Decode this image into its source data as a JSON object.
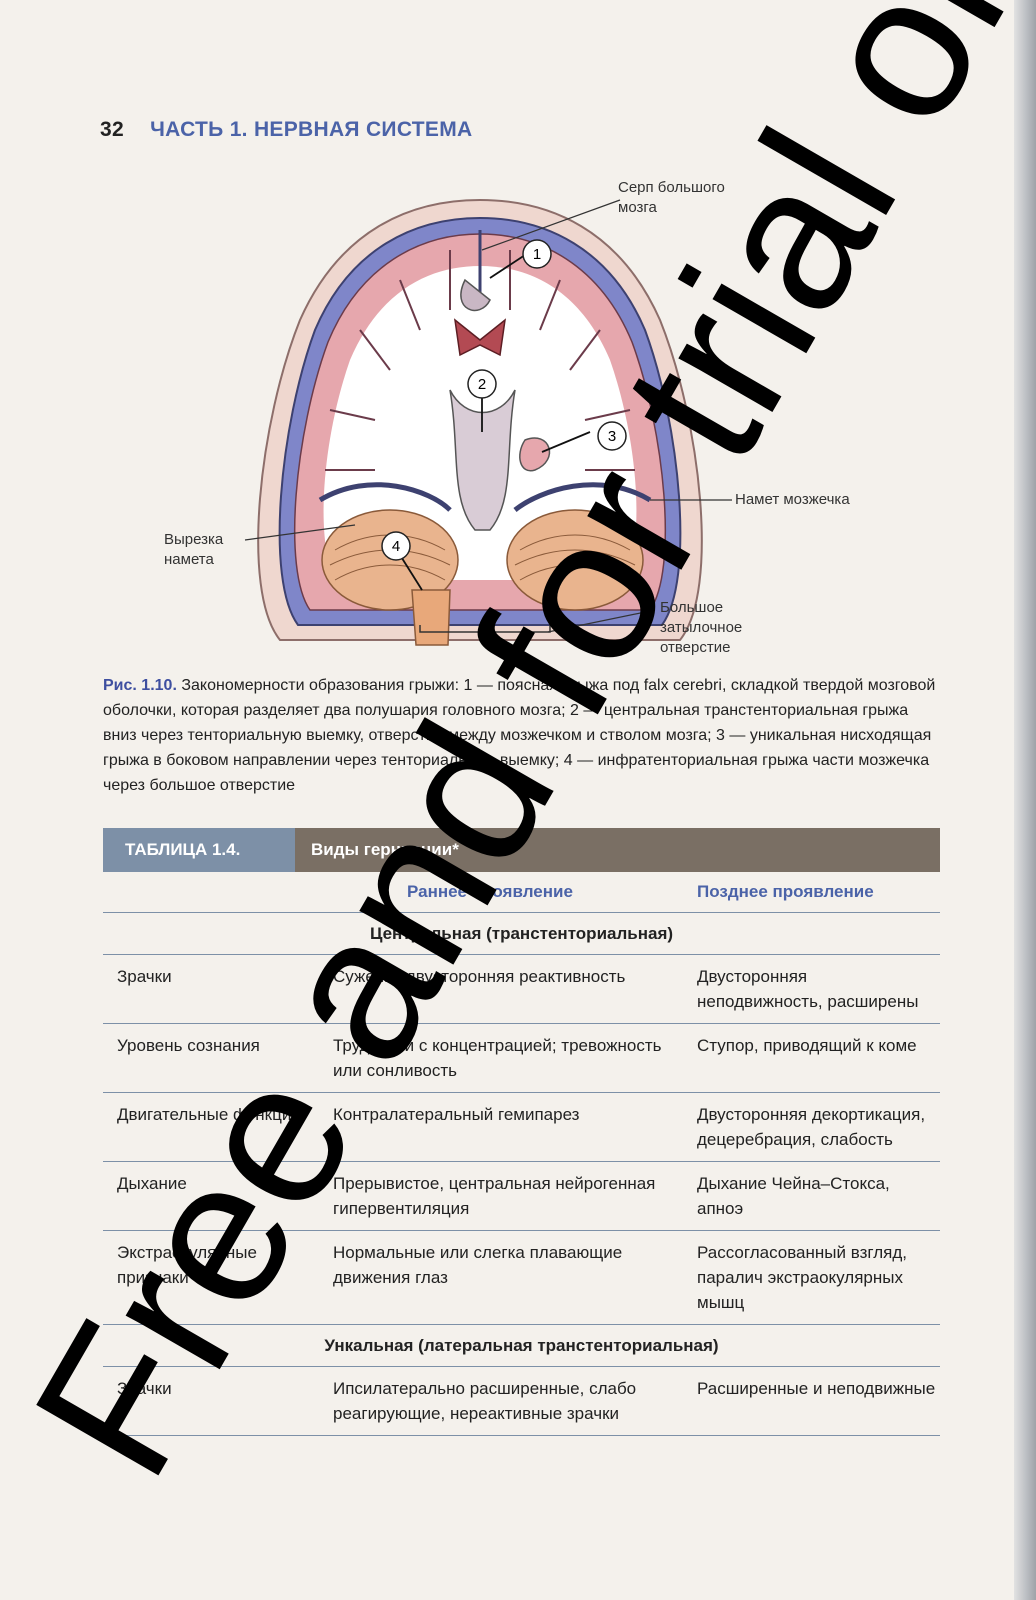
{
  "header": {
    "page_number": "32",
    "part_title": "ЧАСТЬ 1. НЕРВНАЯ СИСТЕМА"
  },
  "figure": {
    "labels": {
      "falx": [
        "Серп большого",
        "мозга"
      ],
      "tentorium": "Намет мозжечка",
      "notch": [
        "Вырезка",
        "намета"
      ],
      "foramen": [
        "Большое",
        "затылочное",
        "отверстие"
      ]
    },
    "markers": [
      "1",
      "2",
      "3",
      "4"
    ],
    "colors": {
      "bone": "#efd7cf",
      "cortex": "#e6a7ad",
      "membrane": "#7f86c9",
      "cerebellum": "#e9b48e",
      "brainstem": "#e8a87a"
    }
  },
  "caption": {
    "fig_id": "Рис. 1.10.",
    "text": " Закономерности образования грыжи: 1 — поясная грыжа под falx cerebri, складкой твердой мозговой оболочки, которая разделяет два полушария головного мозга; 2 — центральная транстенториальная грыжа вниз через тенториальную выемку, отверстие между мозжечком и стволом мозга; 3 — уникальная нисходящая грыжа в боковом направлении через тенториальную выемку; 4 — инфратенториальная грыжа части мозжечка через большое отверстие"
  },
  "table": {
    "id": "ТАБЛИЦА 1.4.",
    "title": "Виды герниации*",
    "col_headers": [
      "",
      "Раннее проявление",
      "Позднее проявление"
    ],
    "sections": [
      {
        "title": "Центральная (транстенториальная)",
        "rows": [
          [
            "Зрачки",
            "Сужены, двусторонняя реактивность",
            "Двусторонняя неподвижность, расширены"
          ],
          [
            "Уровень сознания",
            "Трудности с концентрацией; тревожность или сонливость",
            "Ступор, приводящий к коме"
          ],
          [
            "Двигательные функции",
            "Контралатеральный гемипарез",
            "Двусторонняя декортикация, децеребрация, слабость"
          ],
          [
            "Дыхание",
            "Прерывистое, центральная нейрогенная гипервентиляция",
            "Дыхание Чейна–Стокса, апноэ"
          ],
          [
            "Экстраокулярные признаки",
            "Нормальные или слегка плавающие движения глаз",
            "Рассогласованный взгляд, паралич экстраокулярных мышц"
          ]
        ]
      },
      {
        "title": "Ункальная (латеральная транстенториальная)",
        "rows": [
          [
            "Зрачки",
            "Ипсилатерально расширенные, слабо реагирующие, нереактивные зрачки",
            "Расширенные и неподвижные"
          ]
        ]
      }
    ]
  },
  "watermark": "Free and for trial only"
}
